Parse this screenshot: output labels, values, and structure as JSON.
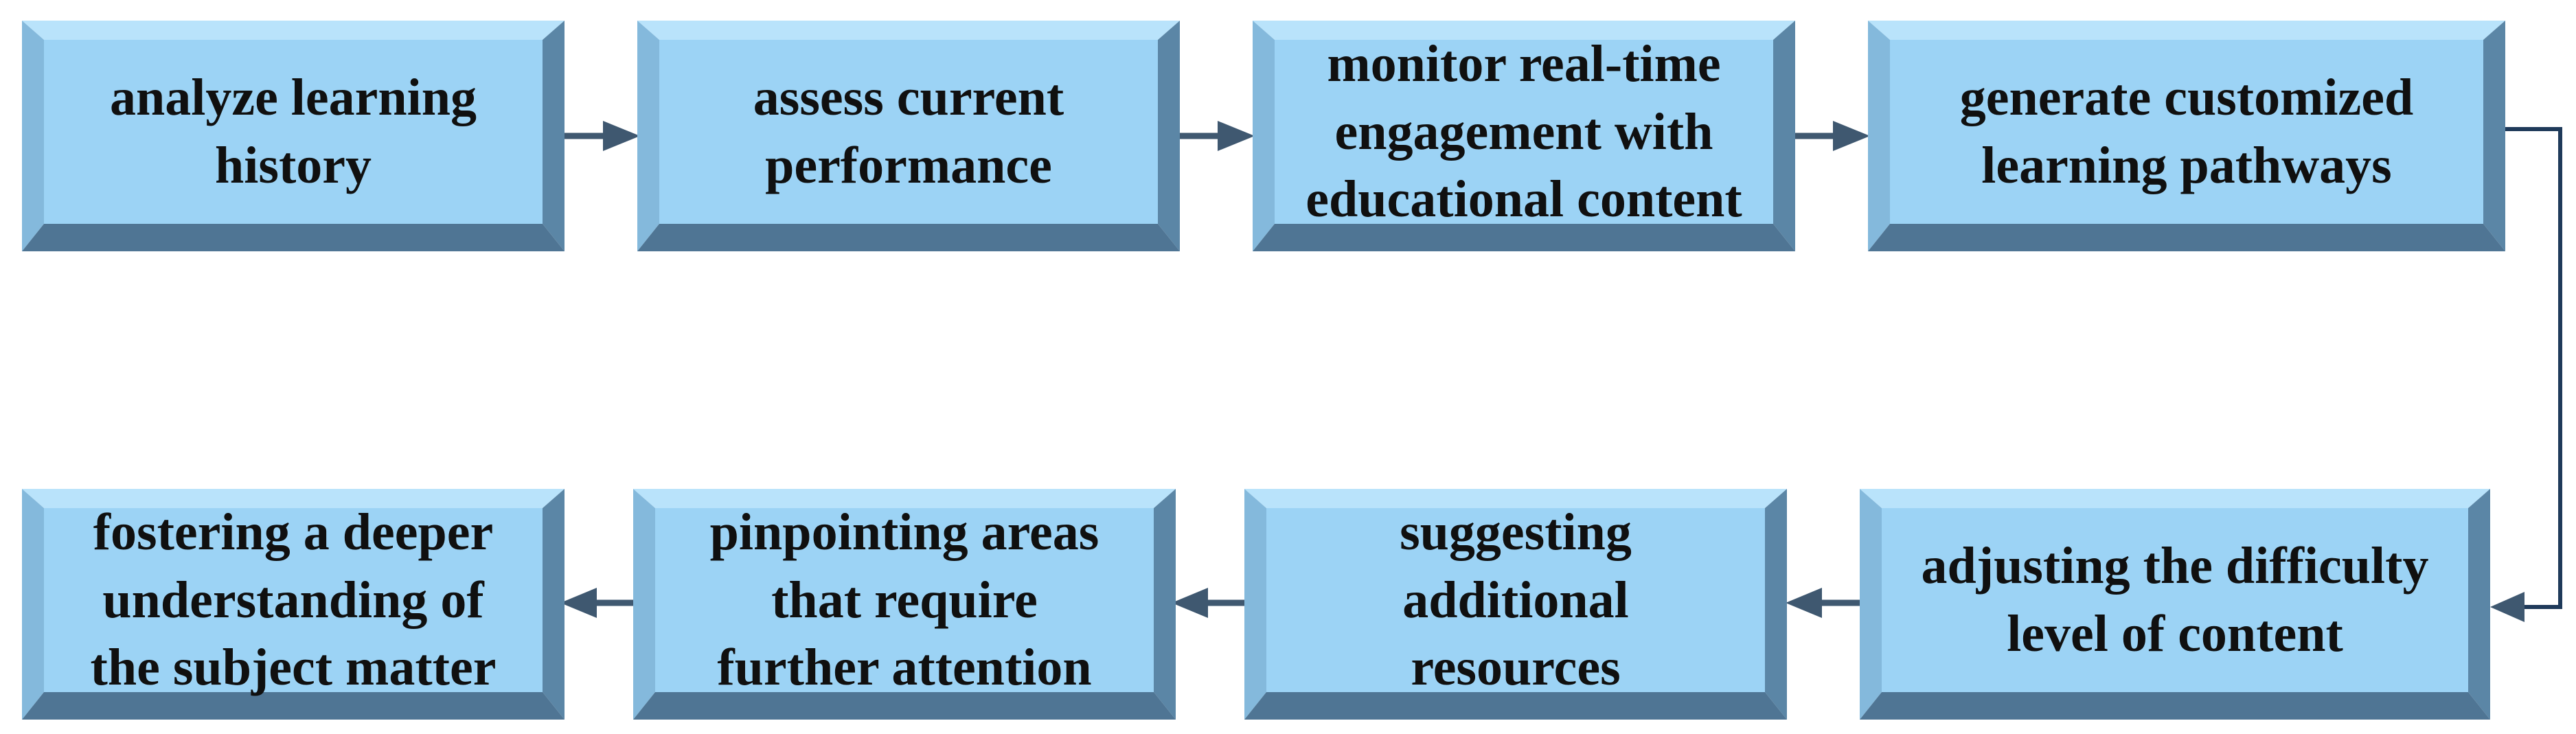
{
  "steps": [
    {
      "id": "analyze",
      "label": "analyze  learning\nhistory"
    },
    {
      "id": "assess",
      "label": "assess  current\nperformance"
    },
    {
      "id": "monitor",
      "label": "monitor real-time\nengagement with\neducational content"
    },
    {
      "id": "generate",
      "label": "generate customized\nlearning pathways"
    },
    {
      "id": "adjust",
      "label": "adjusting the difficulty\nlevel of content"
    },
    {
      "id": "suggest",
      "label": "suggesting\nadditional\nresources"
    },
    {
      "id": "pinpoint",
      "label": "pinpointing areas\nthat require\nfurther attention"
    },
    {
      "id": "foster",
      "label": "fostering a deeper\nunderstanding of\nthe subject matter"
    }
  ],
  "colors": {
    "face": "#9cd3f5",
    "bevel_top": "#b9e3fb",
    "bevel_left": "#84b9dc",
    "bevel_right": "#5b86a6",
    "bevel_bottom": "#4f7594",
    "arrow": "#3f5870",
    "text": "#101010"
  }
}
